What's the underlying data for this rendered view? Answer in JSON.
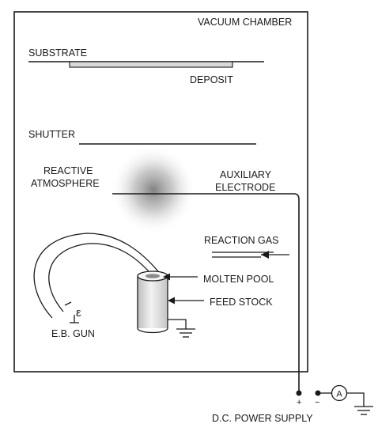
{
  "labels": {
    "vacuum_chamber": "VACUUM CHAMBER",
    "substrate": "SUBSTRATE",
    "deposit": "DEPOSIT",
    "shutter": "SHUTTER",
    "reactive_line1": "REACTIVE",
    "reactive_line2": "ATMOSPHERE",
    "auxiliary_line1": "AUXILIARY",
    "auxiliary_line2": "ELECTRODE",
    "reaction_gas": "REACTION GAS",
    "molten_pool": "MOLTEN POOL",
    "feed_stock": "FEED STOCK",
    "eb_gun": "E.B. GUN",
    "plus": "+",
    "minus": "−",
    "ammeter": "A",
    "power_supply": "D.C. POWER SUPPLY"
  },
  "colors": {
    "line": "#1a1a1a",
    "deposit_fill": "#d9d9d9",
    "feedstock_fill": "#e0e0e0",
    "glow": "#8c8c8c"
  }
}
